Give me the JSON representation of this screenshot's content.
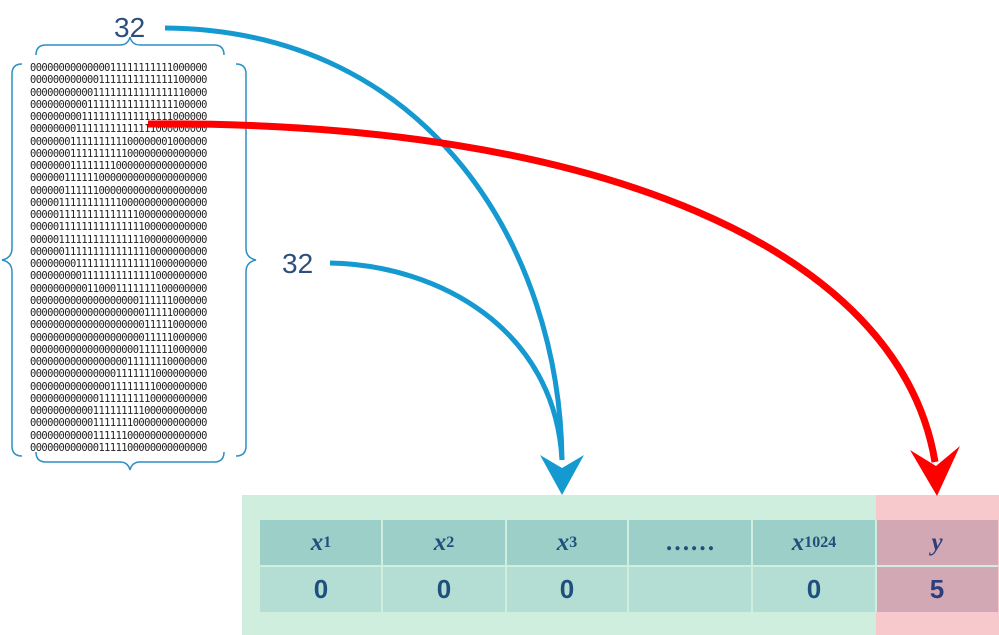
{
  "bit_image": {
    "rows": [
      "0000000000000011111111111000000",
      "0000000000001111111111111100000",
      "0000000000011111111111111110000",
      "0000000000111111111111111100000",
      "0000000001111111111111111000000",
      "0000000011111111111111000000000",
      "0000000111111111100000001000000",
      "0000000111111111100000000000000",
      "0000000111111110000000000000000",
      "0000001111110000000000000000000",
      "0000001111110000000000000000000",
      "0000011111111111000000000000000",
      "0000011111111111111000000000000",
      "0000011111111111111100000000000",
      "0000011111111111111100000000000",
      "0000001111111111111110000000000",
      "0000000011111111111111000000000",
      "0000000001111111111111000000000",
      "0000000000110001111111100000000",
      "0000000000000000000111111000000",
      "0000000000000000000011111000000",
      "0000000000000000000011111000000",
      "0000000000000000000011111000000",
      "0000000000000000000111111000000",
      "0000000000000000011111110000000",
      "0000000000000001111111000000000",
      "0000000000000011111111000000000",
      "0000000000001111111110000000000",
      "0000000000011111111100000000000",
      "0000000000011111110000000000000",
      "0000000000011111100000000000000",
      "0000000000001111100000000000000"
    ]
  },
  "labels": {
    "width": "32",
    "height": "32"
  },
  "table": {
    "headers": [
      {
        "name": "x",
        "sub": "1"
      },
      {
        "name": "x",
        "sub": "2"
      },
      {
        "name": "x",
        "sub": "3"
      },
      {
        "name": "……",
        "sub": ""
      },
      {
        "name": "x",
        "sub": "1024"
      },
      {
        "name": "y",
        "sub": ""
      }
    ],
    "values": [
      "0",
      "0",
      "0",
      "",
      "0",
      "5"
    ]
  },
  "colors": {
    "blue_arrow": "#1599d1",
    "red_arrow": "#ff0000",
    "brace": "#2a8fc2",
    "label_text": "#2e4f7d",
    "features_bg": "#cfeedd",
    "label_bg": "#f8c9cc"
  }
}
